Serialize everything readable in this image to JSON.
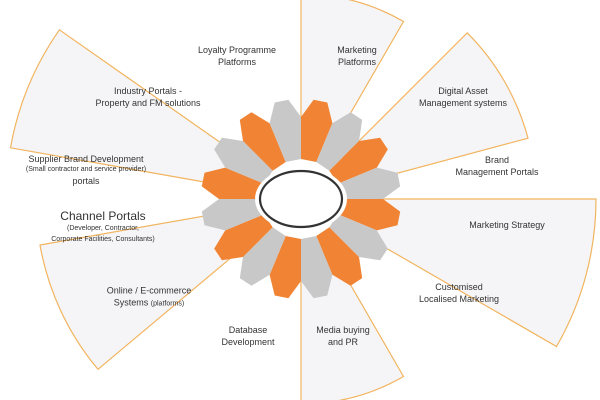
{
  "colors": {
    "accent": "#f08434",
    "grey": "#c8c8c8",
    "panel_fill": "#f5f5f7",
    "panel_stroke": "#f2b45e",
    "hub_ring": "#333333"
  },
  "segments": [
    {
      "id": "loyalty",
      "lines": [
        "Loyalty Programme",
        "Platforms"
      ]
    },
    {
      "id": "marketing-platforms",
      "lines": [
        "Marketing",
        "Platforms"
      ]
    },
    {
      "id": "digital-asset",
      "lines": [
        "Digital Asset",
        "Management systems"
      ]
    },
    {
      "id": "brand-portals",
      "lines": [
        "Brand",
        "Management Portals"
      ]
    },
    {
      "id": "marketing-strategy",
      "lines": [
        "Marketing Strategy"
      ]
    },
    {
      "id": "localised",
      "lines": [
        "Customised",
        "Localised Marketing"
      ]
    },
    {
      "id": "media-buying",
      "lines": [
        "Media buying",
        "and PR"
      ]
    },
    {
      "id": "database",
      "lines": [
        "Database",
        "Development"
      ]
    },
    {
      "id": "online",
      "lines": [
        "Online / E-commerce"
      ],
      "tail": "Systems",
      "tail_small": "(platforms)"
    },
    {
      "id": "channel-portals",
      "lines": [
        "Channel Portals"
      ],
      "small_lines": [
        "(Developer, Contractor,",
        "Corporate Facilities, Consultants)"
      ]
    },
    {
      "id": "supplier",
      "lines": [
        "Supplier Brand Development"
      ],
      "small_lines": [
        "(Small contractor and service provider)"
      ],
      "after": "portals"
    },
    {
      "id": "industry",
      "lines": [
        "Industry Portals -",
        "Property and FM solutions"
      ]
    }
  ]
}
